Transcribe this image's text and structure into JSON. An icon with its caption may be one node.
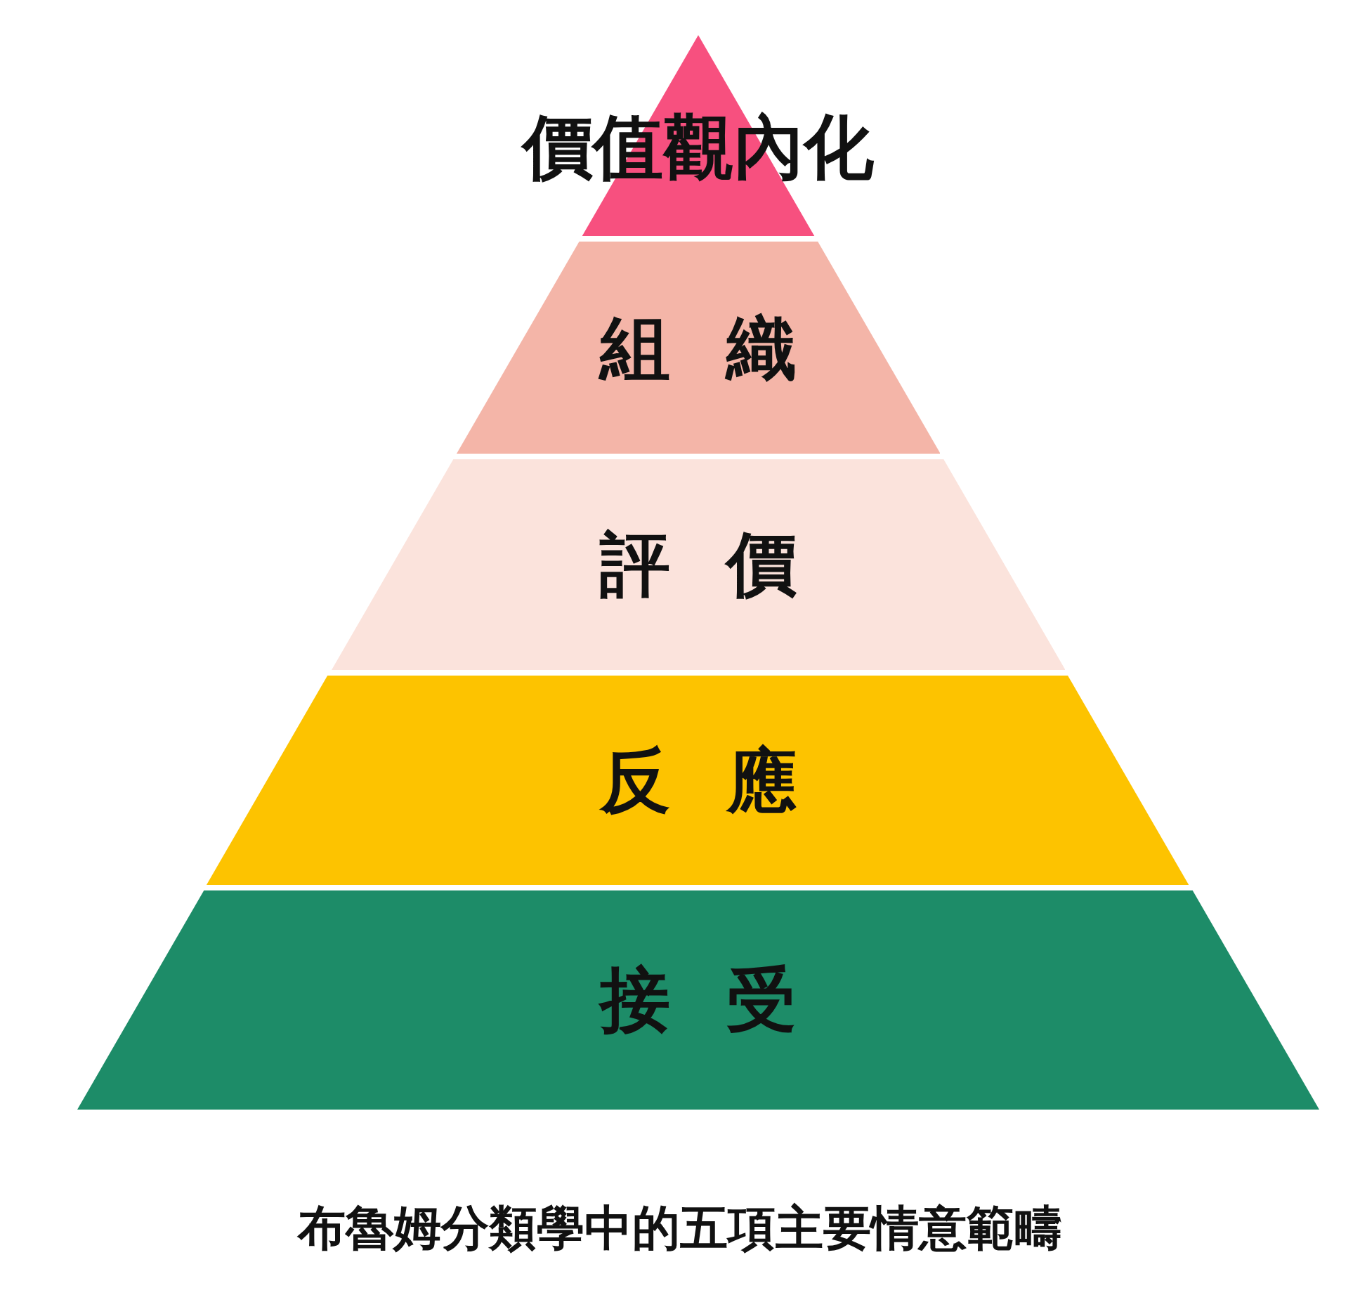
{
  "diagram": {
    "caption": "布魯姆分類學中的五項主要情意範疇",
    "nodes": [
      {
        "text": [
          "價值觀內化"
        ]
      },
      {
        "text": [
          "組織"
        ]
      },
      {
        "text": [
          "評價"
        ]
      },
      {
        "text": [
          "反應"
        ]
      },
      {
        "text": [
          "接受"
        ]
      }
    ]
  }
}
